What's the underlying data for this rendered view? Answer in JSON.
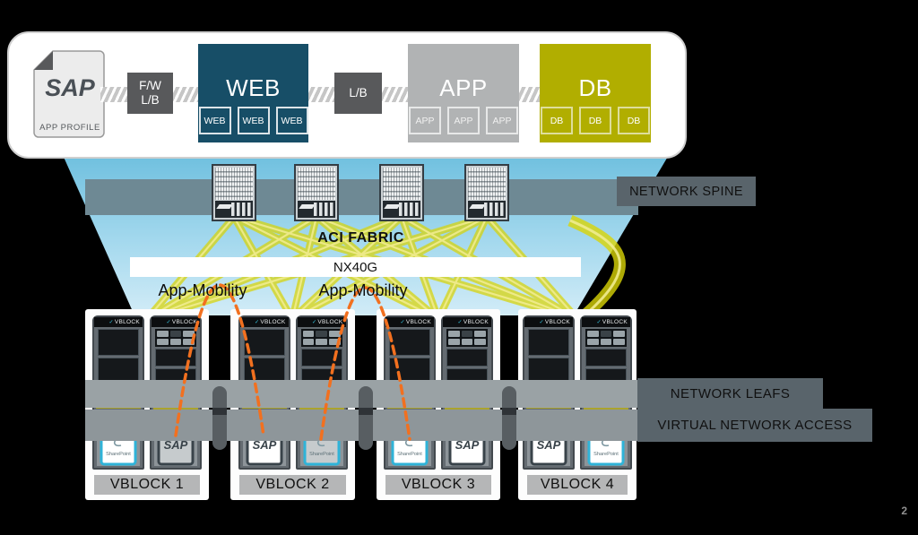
{
  "slide": {
    "page_number": "2"
  },
  "app_profile": {
    "logo": "SAP",
    "caption": "APP PROFILE"
  },
  "tiers": {
    "fw_lb": {
      "line1": "F/W",
      "line2": "L/B"
    },
    "web": {
      "label": "WEB",
      "instances": [
        "WEB",
        "WEB",
        "WEB"
      ]
    },
    "lb": {
      "label": "L/B"
    },
    "app": {
      "label": "APP",
      "instances": [
        "APP",
        "APP",
        "APP"
      ]
    },
    "db": {
      "label": "DB",
      "instances": [
        "DB",
        "DB",
        "DB"
      ]
    }
  },
  "network": {
    "spine_label": "NETWORK SPINE",
    "fabric_label": "ACI FABRIC",
    "nexus_label": "NX40G",
    "leafs_label": "NETWORK LEAFS",
    "access_label": "VIRTUAL NETWORK ACCESS",
    "spine_switch_count": 4
  },
  "mobility": {
    "labels": [
      "App-Mobility",
      "App-Mobility"
    ]
  },
  "brands": {
    "rack_logo": "VBLOCK",
    "sap": "SAP",
    "sharepoint": "SharePoint"
  },
  "vblocks": [
    {
      "label": "VBLOCK 1",
      "racks": [
        {
          "type": "A",
          "doc": "sharepoint",
          "variant": "white"
        },
        {
          "type": "B",
          "doc": "sap",
          "variant": "gray"
        }
      ]
    },
    {
      "label": "VBLOCK 2",
      "racks": [
        {
          "type": "A",
          "doc": "sap",
          "variant": "white"
        },
        {
          "type": "B",
          "doc": "sharepoint",
          "variant": "gray"
        }
      ]
    },
    {
      "label": "VBLOCK 3",
      "racks": [
        {
          "type": "A",
          "doc": "sharepoint",
          "variant": "white"
        },
        {
          "type": "B",
          "doc": "sap",
          "variant": "white"
        }
      ]
    },
    {
      "label": "VBLOCK 4",
      "racks": [
        {
          "type": "A",
          "doc": "sap",
          "variant": "white"
        },
        {
          "type": "B",
          "doc": "sharepoint",
          "variant": "white"
        }
      ]
    }
  ],
  "colors": {
    "web_tier": "#174e67",
    "app_tier": "#b1b3b4",
    "db_tier": "#b1ae00",
    "box_gray": "#58595b",
    "accent_cyan": "#2fb3d8",
    "cable_yellow": "#d9d406",
    "mobility_orange": "#f2701f"
  }
}
